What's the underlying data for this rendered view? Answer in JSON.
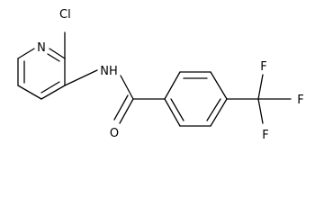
{
  "structure": {
    "atoms": {
      "ring_nitrogen": "N",
      "chlorine": "Cl",
      "amide_nh": "NH",
      "carbonyl_oxygen": "O",
      "fluorine_top": "F",
      "fluorine_right": "F",
      "fluorine_bottom": "F"
    }
  }
}
